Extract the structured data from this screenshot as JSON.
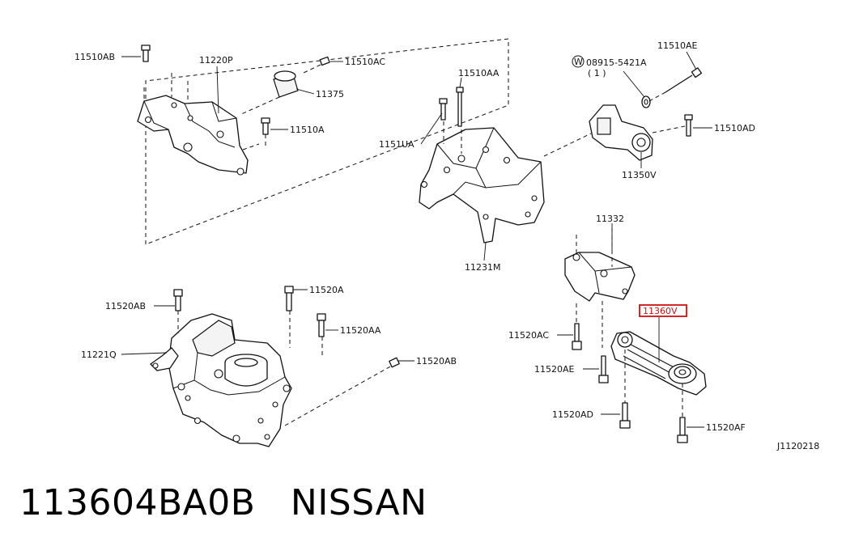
{
  "diagram_code": "J1120218",
  "footer": {
    "part_number": "113604BA0B",
    "brand": "NISSAN"
  },
  "callouts": {
    "c11510AB": "11510AB",
    "c11220P": "11220P",
    "c11510AC": "11510AC",
    "c11375": "11375",
    "c11510A": "11510A",
    "c11510AA": "11510AA",
    "c1151UA": "1151UA",
    "c11231M": "11231M",
    "c08915": "08915-5421A",
    "c08915qty": "( 1 )",
    "c08915mark": "W",
    "c11510AE": "11510AE",
    "c11510AD": "11510AD",
    "c11350V": "11350V",
    "c11332": "11332",
    "c11360V": "11360V",
    "c11520AB_a": "11520AB",
    "c11520A": "11520A",
    "c11520AA": "11520AA",
    "c11221Q": "11221Q",
    "c11520AB_b": "11520AB",
    "c11520AC": "11520AC",
    "c11520AE": "11520AE",
    "c11520AD": "11520AD",
    "c11520AF": "11520AF"
  },
  "highlighted_part": "11360V",
  "highlight_color": "#d01010"
}
